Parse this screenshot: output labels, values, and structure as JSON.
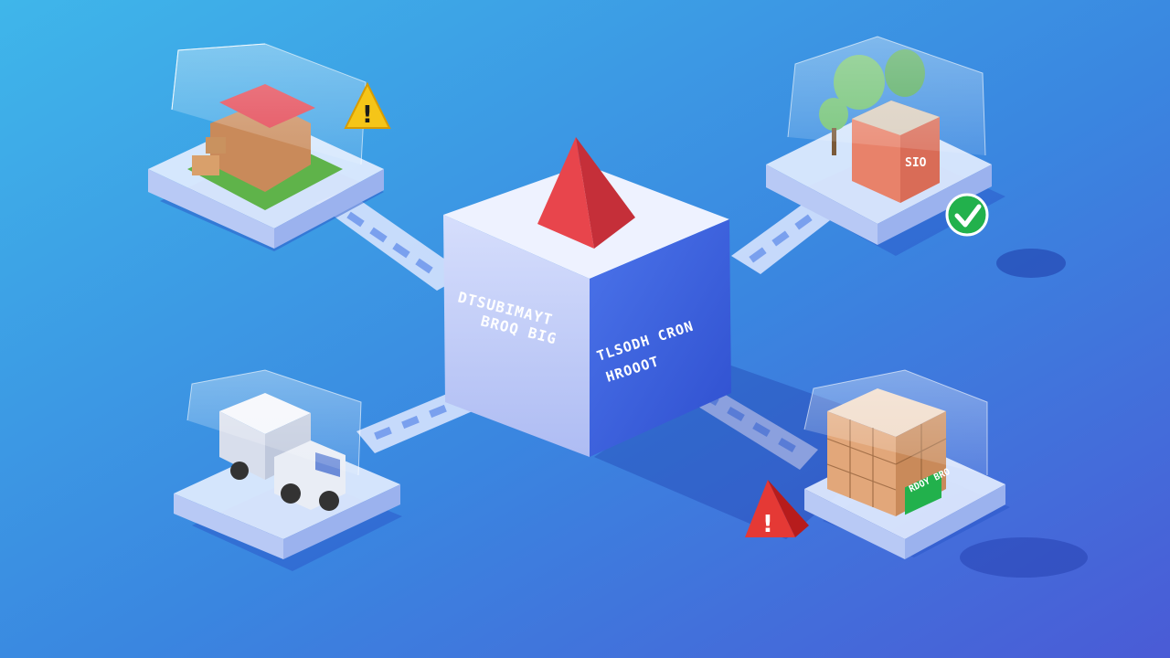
{
  "colors": {
    "background_start": "#3fb6ea",
    "background_end": "#4a5bd6",
    "hub_top": "#eef2ff",
    "hub_left": "#c7d2fa",
    "hub_right": "#3f63df",
    "pyramid": "#e8454c",
    "warning": "#f5c518",
    "alert": "#e53935",
    "check": "#22b14c"
  },
  "hub": {
    "left_face_line1": "DTSUBIMAYT",
    "left_face_line2": "BROQ BIG",
    "right_face_line1": "TLSODH CRON",
    "right_face_line2": "HROOOT"
  },
  "nodes": [
    {
      "name": "house",
      "status_icon": "warning-icon"
    },
    {
      "name": "factory",
      "status_icon": "check-icon",
      "sign": "SIO"
    },
    {
      "name": "truck",
      "status_icon": ""
    },
    {
      "name": "warehouse",
      "status_icon": "alert-icon",
      "crate_label": "RDOY BRO"
    }
  ]
}
